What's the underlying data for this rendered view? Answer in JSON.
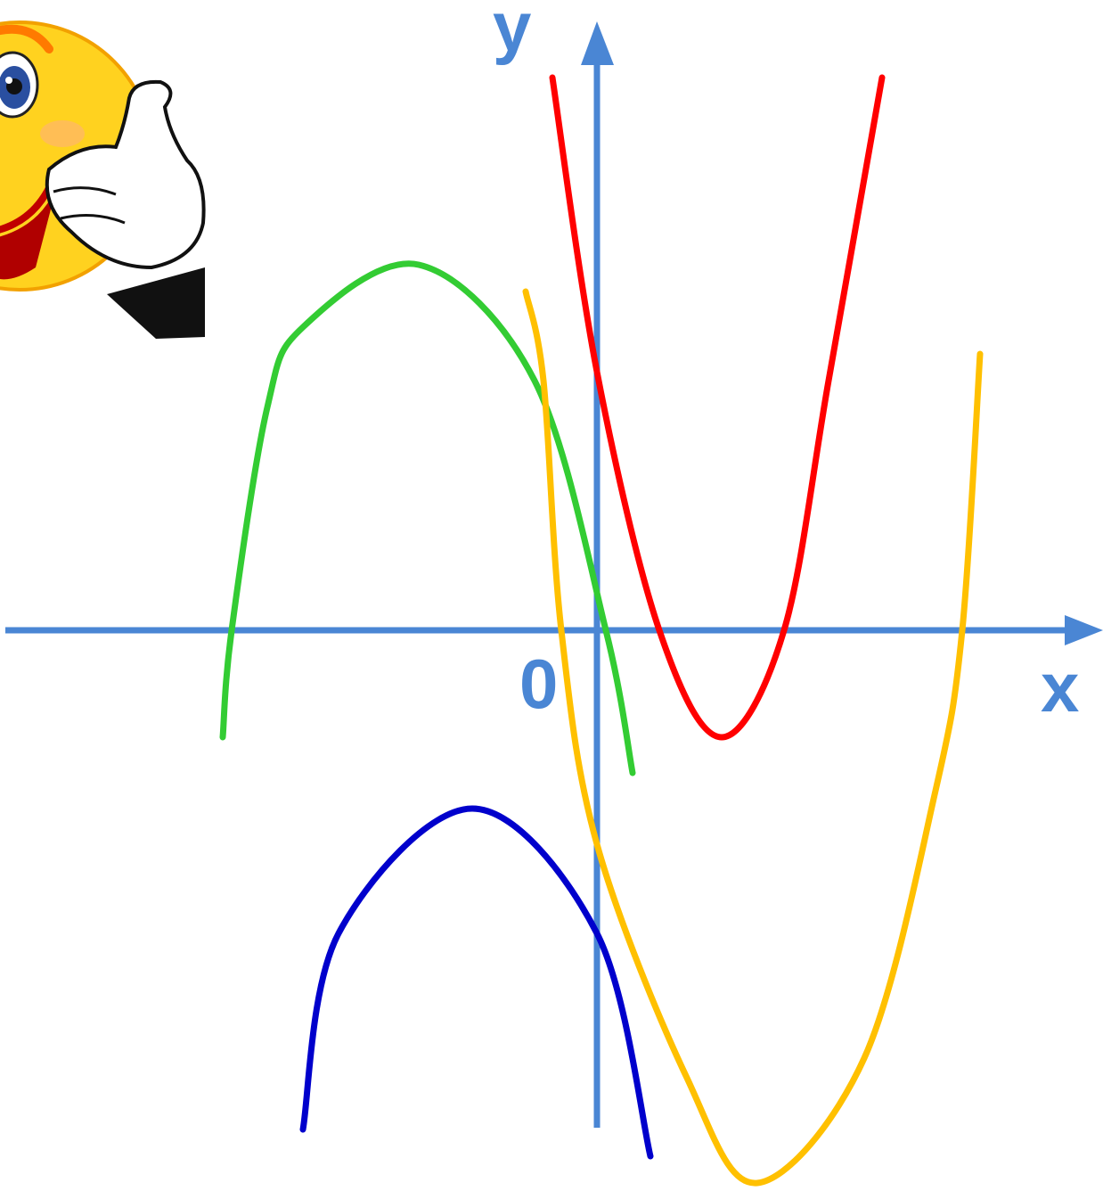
{
  "chart_data": {
    "type": "line",
    "title": "",
    "xlabel": "x",
    "ylabel": "y",
    "origin_label": "0",
    "xlim": [
      -6.6,
      5.8
    ],
    "ylim": [
      -6.2,
      7.2
    ],
    "grid": false,
    "legend": "none",
    "series": [
      {
        "color": "#ff0000",
        "kind": "parabola-up",
        "points": [
          [
            -0.5,
            6.2
          ],
          [
            0.0,
            2.9
          ],
          [
            0.7,
            0.0
          ],
          [
            1.4,
            -1.2
          ],
          [
            2.1,
            0.0
          ],
          [
            2.6,
            2.8
          ],
          [
            3.2,
            6.2
          ]
        ]
      },
      {
        "color": "#33cc33",
        "kind": "parabola-down",
        "points": [
          [
            -4.2,
            -1.2
          ],
          [
            -4.1,
            0.0
          ],
          [
            -3.7,
            2.5
          ],
          [
            -3.3,
            3.4
          ],
          [
            -2.0,
            4.1
          ],
          [
            -0.7,
            2.8
          ],
          [
            0.1,
            0.0
          ],
          [
            0.4,
            -1.6
          ]
        ]
      },
      {
        "color": "#ffc000",
        "kind": "parabola-up",
        "points": [
          [
            -0.8,
            3.8
          ],
          [
            -0.6,
            2.8
          ],
          [
            -0.4,
            0.0
          ],
          [
            0.0,
            -2.4
          ],
          [
            1.0,
            -5.0
          ],
          [
            1.8,
            -6.2
          ],
          [
            3.0,
            -4.8
          ],
          [
            3.8,
            -1.8
          ],
          [
            4.1,
            0.0
          ],
          [
            4.3,
            3.1
          ]
        ]
      },
      {
        "color": "#0000cc",
        "kind": "parabola-down",
        "points": [
          [
            -3.3,
            -5.6
          ],
          [
            -2.9,
            -3.4
          ],
          [
            -1.4,
            -2.0
          ],
          [
            0.0,
            -3.4
          ],
          [
            0.6,
            -5.9
          ]
        ]
      }
    ]
  },
  "colors": {
    "axis": "#4a86d4",
    "background": "#ffffff"
  },
  "decoration": {
    "icon": "thumbs-up-smiley-icon"
  }
}
